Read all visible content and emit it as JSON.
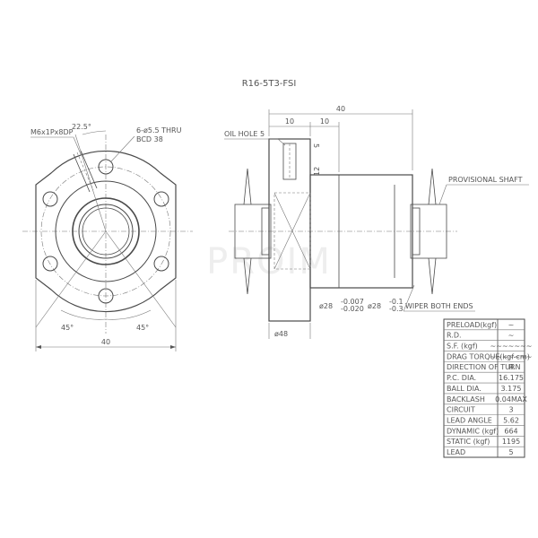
{
  "title": "R16-5T3-FSI",
  "watermark": "PROIM",
  "front_view": {
    "tap_label": "M6x1Px8DP",
    "angle_top": "22.5°",
    "holes_label_1": "6-ø5.5 THRU",
    "holes_label_2": "BCD 38",
    "angle_left": "45°",
    "angle_right": "45°",
    "width_dim": "40"
  },
  "side_view": {
    "overall_length": "40",
    "flange_len": "10",
    "oil_offset": "10",
    "oil_hole_label": "OIL HOLE 5",
    "oil_small_dim": "5",
    "flange_thk_dim": "12",
    "dim_shaft_a_base": "ø28",
    "dim_shaft_a_tol_top": "-0.007",
    "dim_shaft_a_tol_bot": "-0.020",
    "dim_shaft_b_base": "ø28",
    "dim_shaft_b_tol_top": "-0.1",
    "dim_shaft_b_tol_bot": "-0.3",
    "wiper_label": "WIPER BOTH ENDS",
    "provisional_label": "PROVISIONAL SHAFT",
    "flange_dia": "ø48"
  },
  "spec_table": {
    "rows": [
      {
        "label": "PRELOAD(kgf)",
        "value": "~"
      },
      {
        "label": "R.D.",
        "value": "~"
      },
      {
        "label": "S.F. (kgf)",
        "value": "~~~~~~~"
      },
      {
        "label": "DRAG TORQUE(kgf-cm)",
        "value": "~~~~~~~"
      },
      {
        "label": "DIRECTION OF TURN",
        "value": "R"
      },
      {
        "label": "P.C. DIA.",
        "value": "16.175"
      },
      {
        "label": "BALL DIA.",
        "value": "3.175"
      },
      {
        "label": "BACKLASH",
        "value": "0.04MAX"
      },
      {
        "label": "CIRCUIT",
        "value": "3"
      },
      {
        "label": "LEAD ANGLE",
        "value": "5.62"
      },
      {
        "label": "DYNAMIC (kgf)",
        "value": "664"
      },
      {
        "label": "STATIC (kgf)",
        "value": "1195"
      },
      {
        "label": "LEAD",
        "value": "5"
      }
    ]
  }
}
